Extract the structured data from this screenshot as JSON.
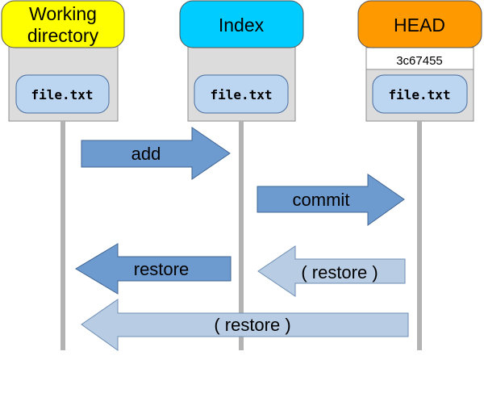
{
  "columns": {
    "working": {
      "title_line1": "Working",
      "title_line2": "directory",
      "file": "file.txt",
      "color": "#ffff00"
    },
    "index": {
      "title": "Index",
      "file": "file.txt",
      "color": "#00ccff"
    },
    "head": {
      "title": "HEAD",
      "commit": "3c67455",
      "file": "file.txt",
      "color": "#ff9900"
    }
  },
  "arrows": {
    "add": "add",
    "commit": "commit",
    "restore": "restore",
    "restore_from_head": "( restore )",
    "restore_from_head_to_working": "( restore )"
  },
  "colors": {
    "dark_arrow": "#6e9bcf",
    "light_arrow": "#b8cce4",
    "panel": "#dcdcdc",
    "file_pill": "#bcd6f2",
    "lifeline": "#b3b3b3"
  }
}
